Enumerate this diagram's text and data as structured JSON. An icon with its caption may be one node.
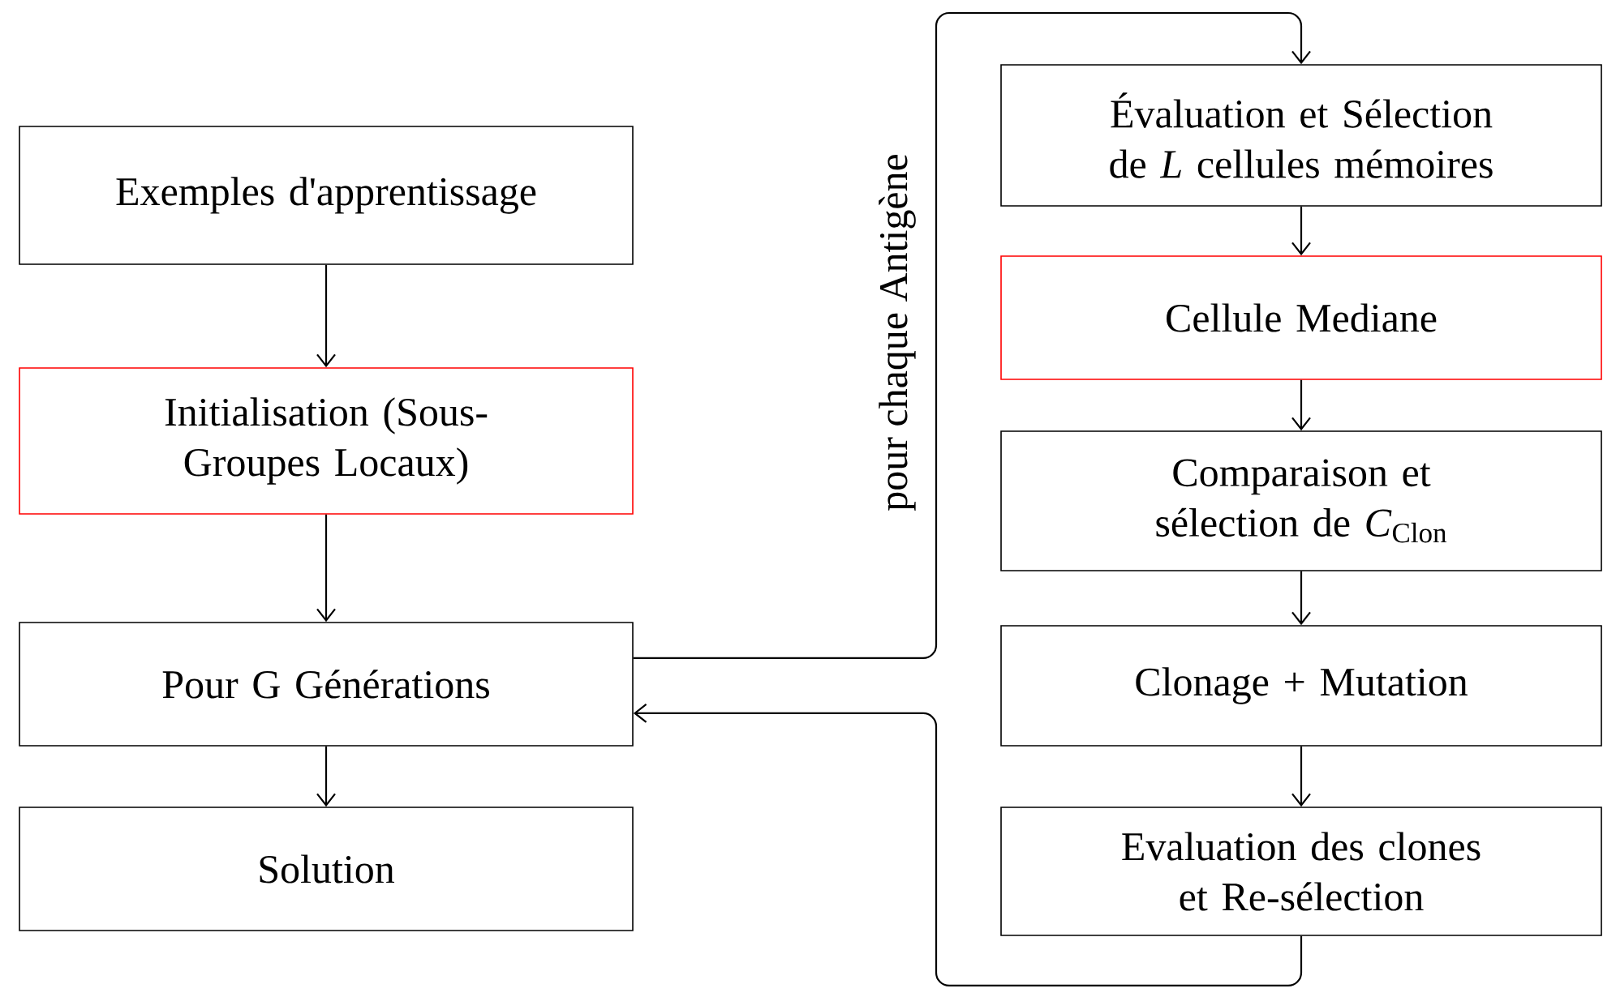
{
  "diagram": {
    "nodes": [
      {
        "text": [
          "Exemples d'apprentissage"
        ]
      },
      {
        "text": [
          "Initialisation (Sous-Groupes Locaux)"
        ]
      },
      {
        "text": [
          "Pour G Générations"
        ]
      },
      {
        "text": [
          "Solution"
        ]
      },
      {
        "text": [
          "Évaluation et Sélection de *L* cellules mémoires"
        ]
      },
      {
        "text": [
          "Cellule Mediane"
        ]
      },
      {
        "text": [
          "Comparaison et sélection de *C*$_{Clon}$"
        ]
      },
      {
        "text": [
          "Clonage + Mutation"
        ]
      },
      {
        "text": [
          "Evaluation des clones et Re-sélection"
        ]
      }
    ],
    "edges": [
      {
        "from": 0,
        "to": 1,
        "arrow": "to"
      },
      {
        "from": 1,
        "to": 2,
        "arrow": "to"
      },
      {
        "from": 2,
        "to": 3,
        "arrow": "to"
      },
      {
        "from": 4,
        "to": 5,
        "arrow": "to"
      },
      {
        "from": 5,
        "to": 6,
        "arrow": "to"
      },
      {
        "from": 6,
        "to": 7,
        "arrow": "to"
      },
      {
        "from": 7,
        "to": 8,
        "arrow": "to"
      },
      {
        "from": 2,
        "to": 4,
        "arrow": "to",
        "label": "pour chaque Antigène"
      },
      {
        "from": 8,
        "to": 2,
        "arrow": "to"
      }
    ]
  }
}
